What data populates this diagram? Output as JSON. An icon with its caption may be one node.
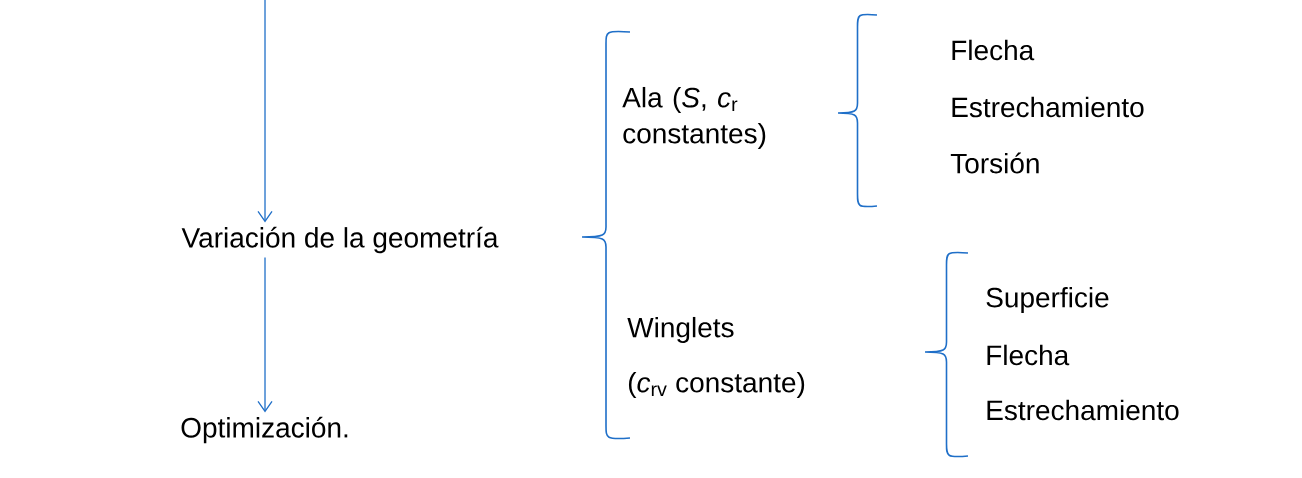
{
  "diagram": {
    "nodes": [
      {
        "text": [
          "Variación de la geometría"
        ]
      },
      {
        "text": [
          "Optimización."
        ]
      }
    ],
    "edges": [
      {
        "from": null,
        "to": 0,
        "arrow": "to"
      },
      {
        "from": 0,
        "to": 1,
        "arrow": "to"
      }
    ],
    "labels": [
      "Ala (*S*, *c*$_{r}$ constantes)",
      "Flecha",
      "Estrechamiento",
      "Torsión",
      "Winglets",
      "(*c*$_{rv}$ constante)",
      "Superficie",
      "Flecha",
      "Estrechamiento"
    ]
  }
}
